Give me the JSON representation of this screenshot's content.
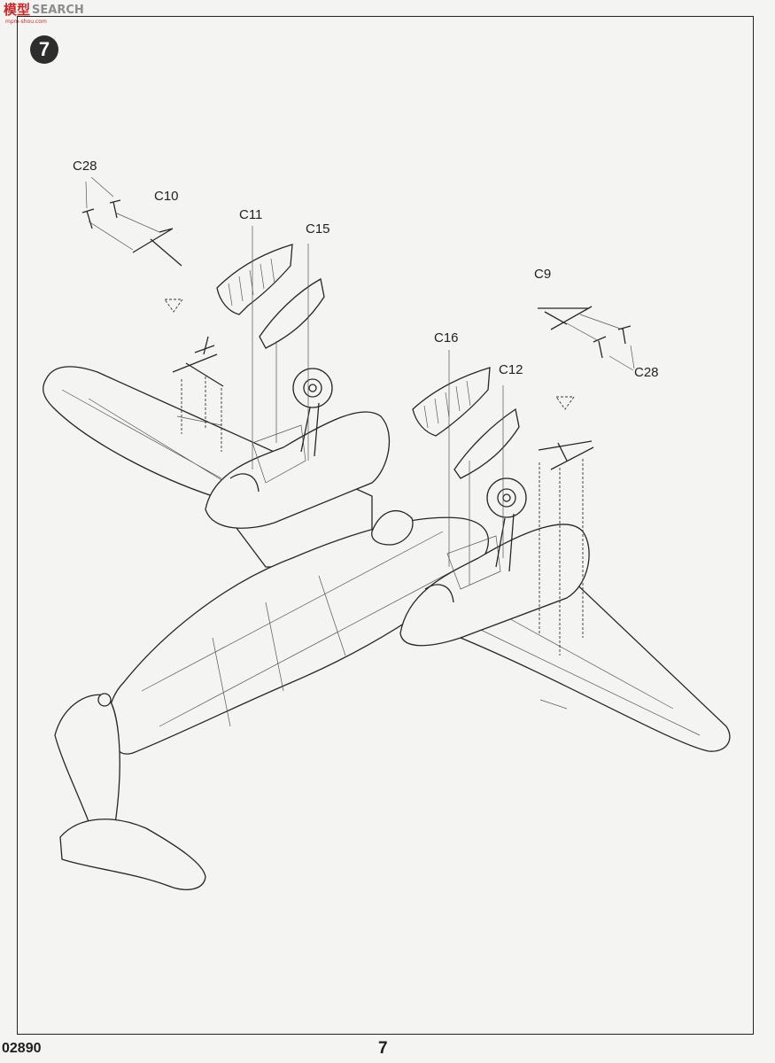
{
  "watermark": {
    "logo": "模型",
    "subtext": "mpm-shou.com",
    "text": "SEARCH"
  },
  "step": {
    "number": "7"
  },
  "footer": {
    "code": "02890",
    "page": "7"
  },
  "part_labels": {
    "c28_left": "C28",
    "c10": "C10",
    "c11": "C11",
    "c15": "C15",
    "c9": "C9",
    "c28_right": "C28",
    "c16": "C16",
    "c12": "C12"
  }
}
